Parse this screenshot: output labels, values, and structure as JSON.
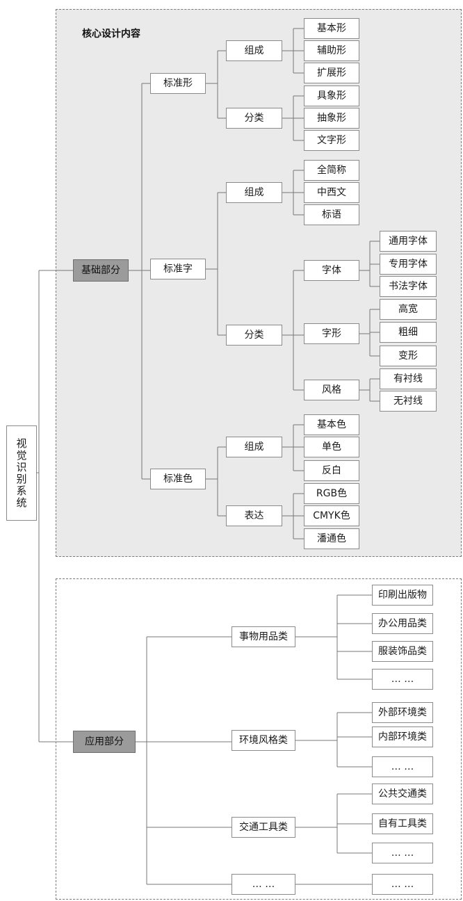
{
  "root": "视觉识别系统",
  "core": {
    "title": "核心设计内容",
    "label": "基础部分",
    "std_shape": {
      "label": "标准形",
      "compose": {
        "label": "组成",
        "items": [
          "基本形",
          "辅助形",
          "扩展形"
        ]
      },
      "classify": {
        "label": "分类",
        "items": [
          "具象形",
          "抽象形",
          "文字形"
        ]
      }
    },
    "std_char": {
      "label": "标准字",
      "compose": {
        "label": "组成",
        "items": [
          "全简称",
          "中西文",
          "标语"
        ]
      },
      "classify": {
        "label": "分类",
        "font": {
          "label": "字体",
          "items": [
            "通用字体",
            "专用字体",
            "书法字体"
          ]
        },
        "glyph": {
          "label": "字形",
          "items": [
            "高宽",
            "粗细",
            "变形"
          ]
        },
        "style": {
          "label": "风格",
          "items": [
            "有衬线",
            "无衬线"
          ]
        }
      }
    },
    "std_color": {
      "label": "标准色",
      "compose": {
        "label": "组成",
        "items": [
          "基本色",
          "单色",
          "反白"
        ]
      },
      "express": {
        "label": "表达",
        "items": [
          "RGB色",
          "CMYK色",
          "潘通色"
        ]
      }
    }
  },
  "app": {
    "label": "应用部分",
    "goods": {
      "label": "事物用品类",
      "items": [
        "印刷出版物",
        "办公用品类",
        "服装饰品类",
        "… …"
      ]
    },
    "environment": {
      "label": "环境风格类",
      "items": [
        "外部环境类",
        "内部环境类",
        "… …"
      ]
    },
    "transport": {
      "label": "交通工具类",
      "items": [
        "公共交通类",
        "自有工具类",
        "… …"
      ]
    },
    "more": {
      "label": "… …",
      "items": [
        "… …"
      ]
    }
  }
}
